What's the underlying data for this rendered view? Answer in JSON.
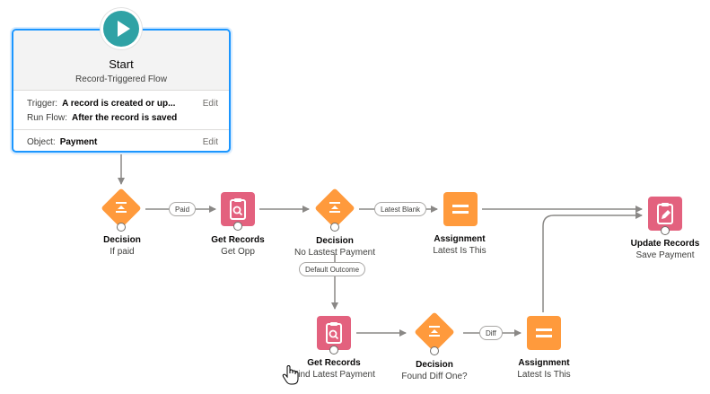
{
  "start": {
    "title": "Start",
    "subtitle": "Record-Triggered Flow",
    "trigger_label": "Trigger:",
    "trigger_value": "A record is created or up...",
    "runflow_label": "Run Flow:",
    "runflow_value": "After the record is saved",
    "object_label": "Object:",
    "object_value": "Payment",
    "edit_label": "Edit",
    "icon": "play-icon"
  },
  "nodes": {
    "decision_1": {
      "type": "Decision",
      "label": "If paid",
      "icon": "decision-icon",
      "color": "#ff9a3c"
    },
    "get_records_1": {
      "type": "Get Records",
      "label": "Get Opp",
      "icon": "get-records-icon",
      "color": "#e3617e"
    },
    "decision_2": {
      "type": "Decision",
      "label": "No Lastest Payment",
      "icon": "decision-icon",
      "color": "#ff9a3c"
    },
    "assignment_1": {
      "type": "Assignment",
      "label": "Latest Is This",
      "icon": "assignment-icon",
      "color": "#ff9a3c"
    },
    "update_records": {
      "type": "Update Records",
      "label": "Save Payment",
      "icon": "update-records-icon",
      "color": "#e3617e"
    },
    "get_records_2": {
      "type": "Get Records",
      "label": "Find Latest Payment",
      "icon": "get-records-icon",
      "color": "#e3617e"
    },
    "decision_3": {
      "type": "Decision",
      "label": "Found Diff One?",
      "icon": "decision-icon",
      "color": "#ff9a3c"
    },
    "assignment_2": {
      "type": "Assignment",
      "label": "Latest Is This",
      "icon": "assignment-icon",
      "color": "#ff9a3c"
    }
  },
  "connectors": {
    "paid": "Paid",
    "latest_blank": "Latest Blank",
    "default_outcome": "Default Outcome",
    "diff": "Diff"
  },
  "colors": {
    "accent": "#1b96ff",
    "start_teal": "#2fa2a5",
    "connector": "#8a8886"
  }
}
